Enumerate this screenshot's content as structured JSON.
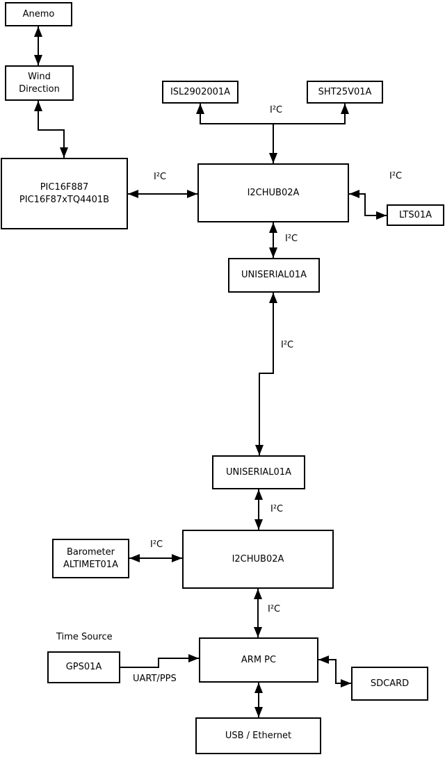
{
  "diagram": {
    "boxes": {
      "anemo": {
        "label": "Anemo"
      },
      "wind_direction": {
        "line1": "Wind",
        "line2": "Direction"
      },
      "pic": {
        "line1": "PIC16F887",
        "line2": "PIC16F87xTQ4401B"
      },
      "isl": {
        "label": "ISL2902001A"
      },
      "sht": {
        "label": "SHT25V01A"
      },
      "i2chub_top": {
        "label": "I2CHUB02A"
      },
      "lts": {
        "label": "LTS01A"
      },
      "uniserial_top": {
        "label": "UNISERIAL01A"
      },
      "uniserial_bottom": {
        "label": "UNISERIAL01A"
      },
      "barometer": {
        "line1": "Barometer",
        "line2": "ALTIMET01A"
      },
      "i2chub_bottom": {
        "label": "I2CHUB02A"
      },
      "gps": {
        "label": "GPS01A"
      },
      "arm_pc": {
        "label": "ARM PC"
      },
      "sdcard": {
        "label": "SDCARD"
      },
      "usb_ethernet": {
        "label": "USB / Ethernet"
      }
    },
    "edge_labels": {
      "i2c": "I²C",
      "uart_pps": "UART/PPS",
      "time_source": "Time Source"
    },
    "colors": {
      "stroke": "#000000",
      "background": "#ffffff"
    }
  }
}
